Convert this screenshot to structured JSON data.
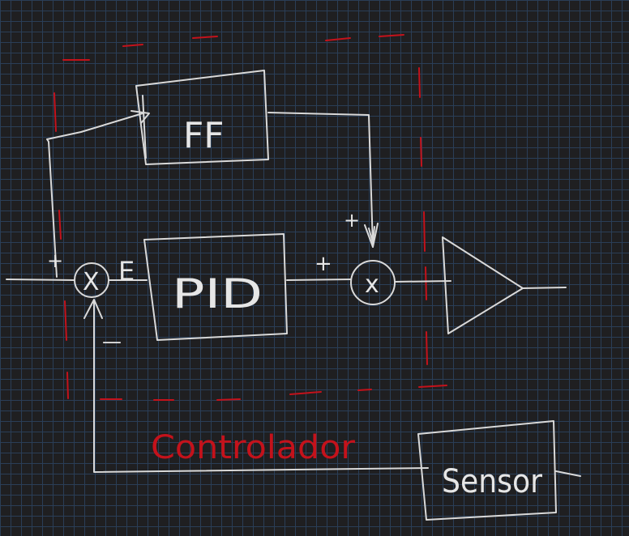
{
  "blocks": {
    "ff": "FF",
    "pid": "PID",
    "sensor": "Sensor"
  },
  "signs": {
    "sum_input_plus": "+",
    "sum_feedback_minus": "—",
    "error": "E",
    "pid_out_plus": "+",
    "ff_in_plus": "+"
  },
  "junctions": {
    "sum1": "X",
    "sum2": "x"
  },
  "boundary_label": "Controlador",
  "colors": {
    "background": "#1f1f21",
    "grid": "#2a3e57",
    "ink": "#d9d9d9",
    "boundary": "#c4121b"
  }
}
